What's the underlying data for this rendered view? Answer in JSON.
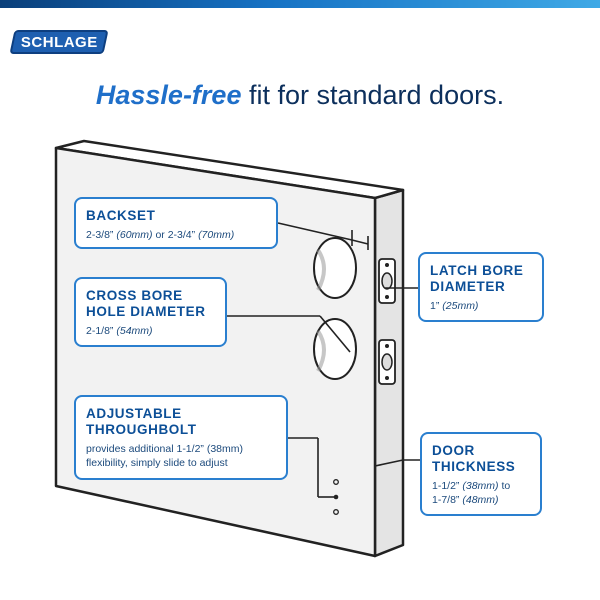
{
  "brand": {
    "logo_text": "SCHLAGE"
  },
  "headline": {
    "emphasis": "Hassle-free",
    "rest": " fit for standard doors."
  },
  "callouts": {
    "backset": {
      "title": "BACKSET",
      "desc_a": "2-3/8” ",
      "desc_b": "(60mm)",
      "desc_c": " or 2-3/4” ",
      "desc_d": "(70mm)"
    },
    "cross_bore": {
      "title_1": "CROSS BORE",
      "title_2": "HOLE DIAMETER",
      "desc_a": "2-1/8” ",
      "desc_b": "(54mm)"
    },
    "throughbolt": {
      "title_1": "ADJUSTABLE",
      "title_2": "THROUGHBOLT",
      "desc_1": "provides additional 1-1/2” (38mm)",
      "desc_2": "flexibility, simply slide to adjust"
    },
    "latch_bore": {
      "title_1": "LATCH BORE",
      "title_2": "DIAMETER",
      "desc_a": "1” ",
      "desc_b": "(25mm)"
    },
    "door_thickness": {
      "title_1": "DOOR",
      "title_2": "THICKNESS",
      "desc_a": "1-1/2” ",
      "desc_b": "(38mm)",
      "desc_c": " to",
      "desc_d": "1-7/8” ",
      "desc_e": "(48mm)"
    }
  },
  "colors": {
    "accent": "#2a7fcf",
    "title_blue": "#0c4f97",
    "headline_navy": "#0c2f5c",
    "door_fill": "#f2f2f2"
  }
}
